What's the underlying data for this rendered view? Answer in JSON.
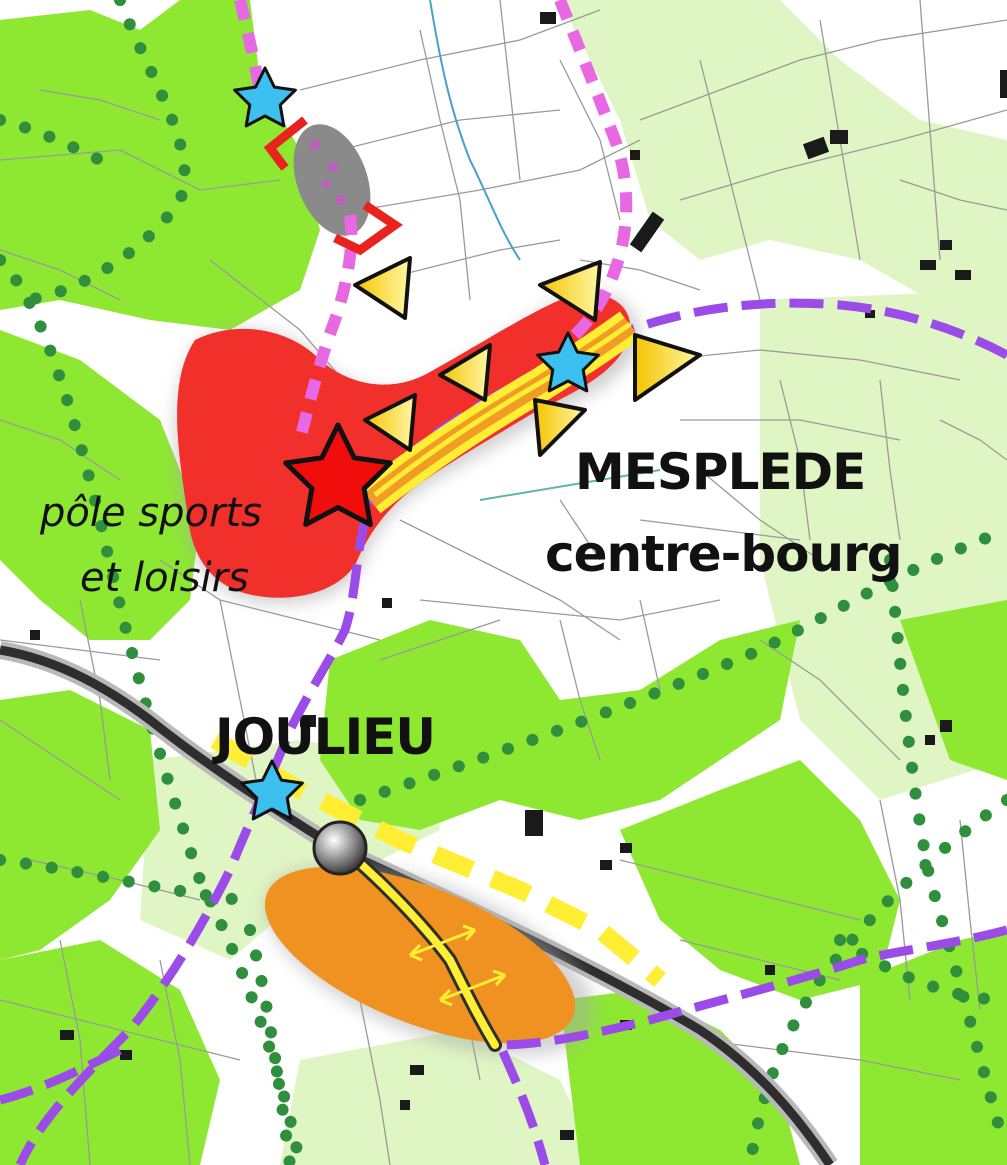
{
  "labels": {
    "mesplede": "MESPLEDE",
    "centre_bourg": "centre-bourg",
    "pole_sports": "pôle sports",
    "et_loisirs": "et loisirs",
    "joulieu": "JOULIEU"
  },
  "colors": {
    "green_dark": "#8ee832",
    "green_light": "#dff5c4",
    "red_zone": "#f2302b",
    "orange_zone": "#ef9222",
    "magenta_route": "#e867e3",
    "purple_route": "#9b4be8",
    "green_dotted_path": "#2f8f3c",
    "road": "#2e2e2e",
    "yellow_axis": "#ffee33",
    "star_blue": "#3cc0f0"
  },
  "icons": [
    "red-star-icon",
    "blue-star-icon",
    "roundabout-icon",
    "viewpoint-triangle-icon",
    "bracket-icon"
  ]
}
